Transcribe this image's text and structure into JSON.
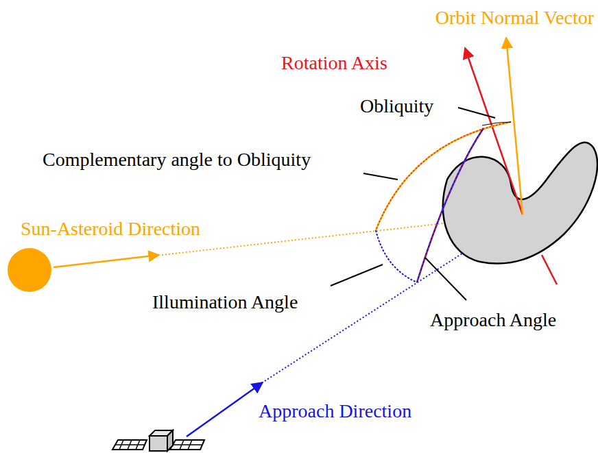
{
  "diagram": {
    "labels": [
      "Orbit Normal Vector",
      "Rotation Axis",
      "Obliquity",
      "Complementary angle to Obliquity",
      "Sun-Asteroid Direction",
      "Illumination Angle",
      "Approach Angle",
      "Approach Direction"
    ]
  }
}
